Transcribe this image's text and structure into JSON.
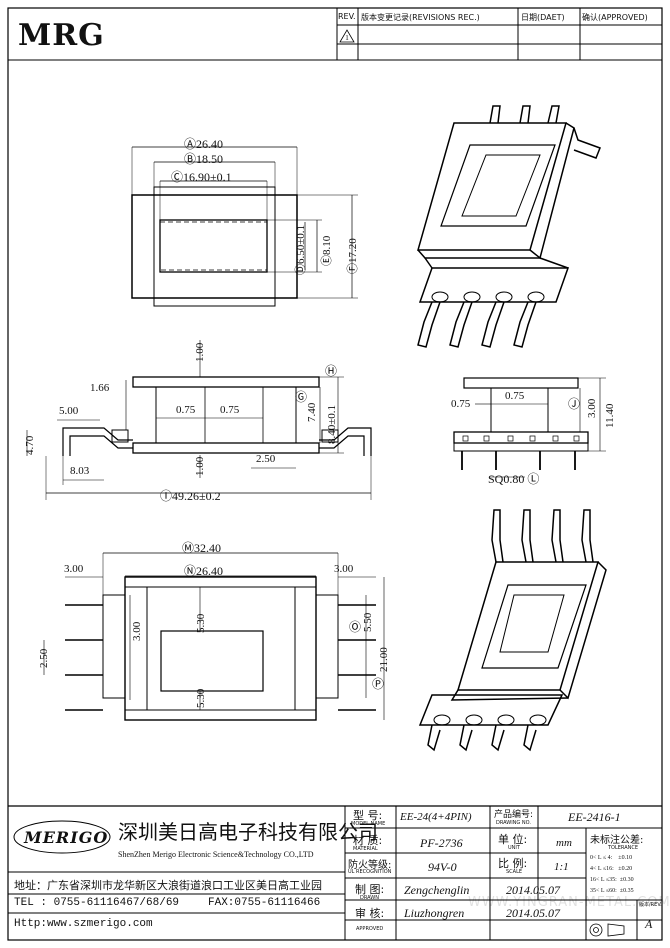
{
  "header": {
    "logo": "MRG",
    "rev_label": "REV.",
    "revision_label": "版本变更记录(REVISIONS REC.)",
    "date_label": "日期(DAET)",
    "approved_label": "确认(APPROVED)"
  },
  "dims": {
    "A": "Ⓐ26.40",
    "B": "Ⓑ18.50",
    "C": "Ⓒ16.90±0.1",
    "D": "Ⓓ6.50±0.1",
    "E": "Ⓔ8.10",
    "F": "Ⓕ17.20",
    "front_top": "1.00",
    "front_166": "1.66",
    "front_500": "5.00",
    "front_075a": "0.75",
    "front_075b": "0.75",
    "H": "Ⓗ",
    "G": "Ⓖ",
    "G_val": "7.40",
    "H_val": "8.40±0.1",
    "front_470": "4.70",
    "front_803": "8.03",
    "front_100b": "1.00",
    "front_250": "2.50",
    "I": "Ⓘ49.26±0.2",
    "side_075a": "0.75",
    "side_075b": "0.75",
    "J": "Ⓙ",
    "J_val": "3.00",
    "side_1140": "11.40",
    "L": "SQ0.80 Ⓛ",
    "M": "Ⓜ32.40",
    "N": "Ⓝ26.40",
    "bot_300a": "3.00",
    "bot_300b": "3.00",
    "bot_530a": "5.30",
    "bot_300c": "3.00",
    "bot_530b": "5.30",
    "O": "Ⓞ",
    "O_val": "5.50",
    "P": "Ⓟ",
    "P_val": "21.00",
    "bot_250": "2.50"
  },
  "titleblock": {
    "company_cn": "深圳美日高电子科技有限公司",
    "company_en": "ShenZhen Merigo Electronic Science&Technology CO.,LTD",
    "brand": "MERIGO",
    "address": "地址：广东省深圳市龙华新区大浪街道浪口工业区美日高工业园",
    "tel": "TEL : 0755-61116467/68/69",
    "fax": "FAX:0755-61116466",
    "http": "Http:www.szmerigo.com",
    "model_label": "型 号:",
    "model_sub": "MODEL NAME",
    "model": "EE-24(4+4PIN)",
    "drawing_label": "产品编号:",
    "drawing_sub": "DRAWING NO.",
    "drawing_no": "EE-2416-1",
    "material_label": "材 质:",
    "material_sub": "MATERIAL",
    "material": "PF-2736",
    "unit_label": "单 位:",
    "unit_sub": "UNIT",
    "unit": "mm",
    "tolerance_label": "未标注公差:",
    "tolerance_sub": "TOLERANCE",
    "tol_rows": [
      "0< L ≤ 4:    ±0.10",
      "4< L ≤16:   ±0.20",
      "16< L ≤35:  ±0.30",
      "35< L ≤60:  ±0.35"
    ],
    "flame_label": "防火等级:",
    "flame_sub": "UL RECOGNITION",
    "flame": "94V-0",
    "scale_label": "比 例:",
    "scale_sub": "SCALE",
    "scale": "1:1",
    "drawn_label": "制 图:",
    "drawn_sub": "DRAWN",
    "drawn": "Zengchenglin",
    "drawn_date": "2014.05.07",
    "approved_label": "审 核:",
    "approved_sub": "APPROVED",
    "approved": "Liuzhongren",
    "approved_date": "2014.05.07",
    "version_label": "版本/REV.",
    "version": "A",
    "watermark": "WWW.YINGRAN-METAL.COM"
  }
}
